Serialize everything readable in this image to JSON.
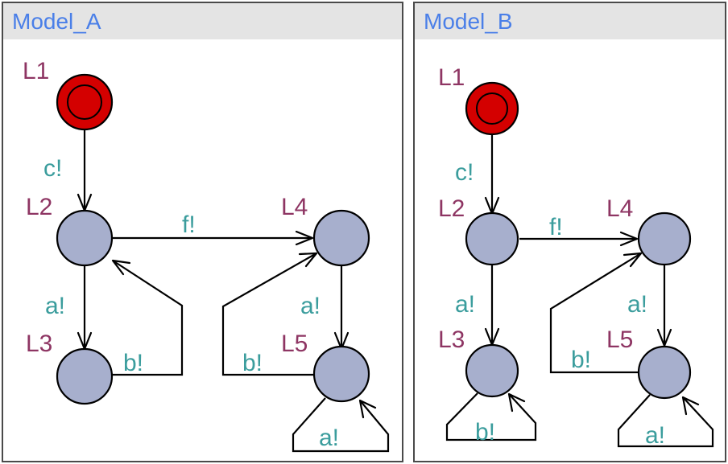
{
  "colors": {
    "title": "#4a7fe8",
    "location_label": "#8e3563",
    "edge_label": "#3b9d9d",
    "node_fill": "#a7afcd",
    "initial_fill": "#d40000",
    "header_bg": "#e4e4e4"
  },
  "models": [
    {
      "title": "Model_A",
      "locations": [
        {
          "name": "L1",
          "initial": true
        },
        {
          "name": "L2",
          "initial": false
        },
        {
          "name": "L3",
          "initial": false
        },
        {
          "name": "L4",
          "initial": false
        },
        {
          "name": "L5",
          "initial": false
        }
      ],
      "edges": [
        {
          "from": "L1",
          "to": "L2",
          "label": "c!"
        },
        {
          "from": "L2",
          "to": "L4",
          "label": "f!"
        },
        {
          "from": "L2",
          "to": "L3",
          "label": "a!"
        },
        {
          "from": "L3",
          "to": "L2",
          "label": "b!"
        },
        {
          "from": "L4",
          "to": "L5",
          "label": "a!"
        },
        {
          "from": "L5",
          "to": "L4",
          "label": "b!"
        },
        {
          "from": "L5",
          "to": "L5",
          "label": "a!"
        }
      ]
    },
    {
      "title": "Model_B",
      "locations": [
        {
          "name": "L1",
          "initial": true
        },
        {
          "name": "L2",
          "initial": false
        },
        {
          "name": "L3",
          "initial": false
        },
        {
          "name": "L4",
          "initial": false
        },
        {
          "name": "L5",
          "initial": false
        }
      ],
      "edges": [
        {
          "from": "L1",
          "to": "L2",
          "label": "c!"
        },
        {
          "from": "L2",
          "to": "L4",
          "label": "f!"
        },
        {
          "from": "L2",
          "to": "L3",
          "label": "a!"
        },
        {
          "from": "L3",
          "to": "L3",
          "label": "b!"
        },
        {
          "from": "L4",
          "to": "L5",
          "label": "a!"
        },
        {
          "from": "L5",
          "to": "L4",
          "label": "b!"
        },
        {
          "from": "L5",
          "to": "L5",
          "label": "a!"
        }
      ]
    }
  ]
}
